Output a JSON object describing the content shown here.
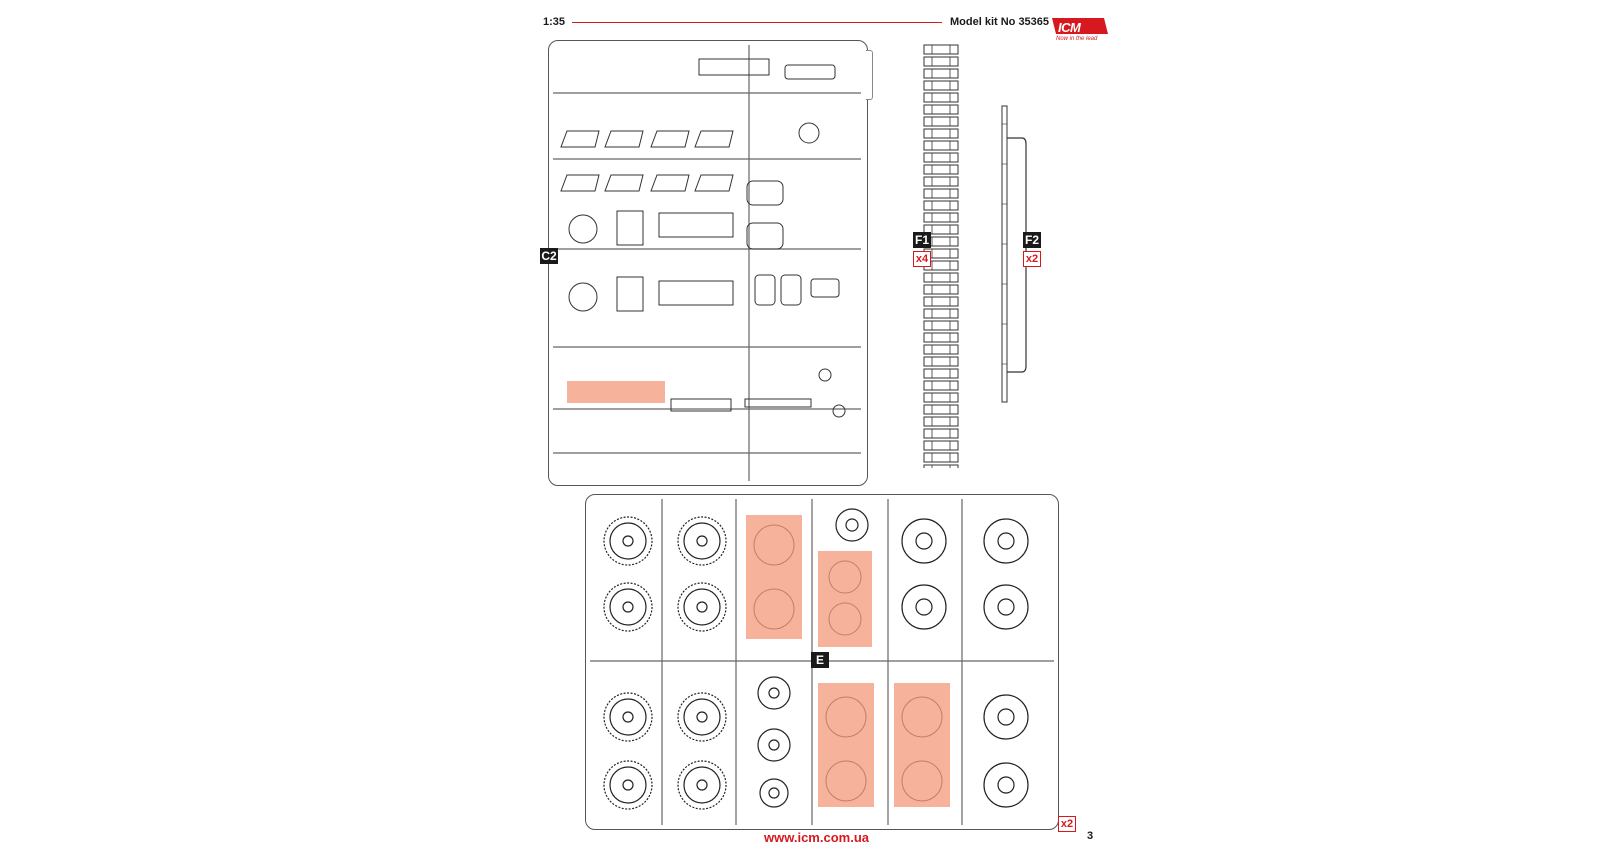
{
  "header": {
    "scale": "1:35",
    "kit_number": "Model kit No 35365",
    "logo": {
      "brand": "ICM",
      "tagline": "Now in the lead"
    },
    "accent_color": "#d7191f"
  },
  "sprues": {
    "c2": {
      "label": "C2"
    },
    "f1": {
      "label": "F1",
      "multiplier": "x4"
    },
    "f2": {
      "label": "F2",
      "multiplier": "x2"
    },
    "e": {
      "label": "E",
      "multiplier": "x2"
    }
  },
  "highlight_color": "#f4a58a",
  "footer": {
    "url": "www.icm.com.ua",
    "page_number": "3"
  }
}
